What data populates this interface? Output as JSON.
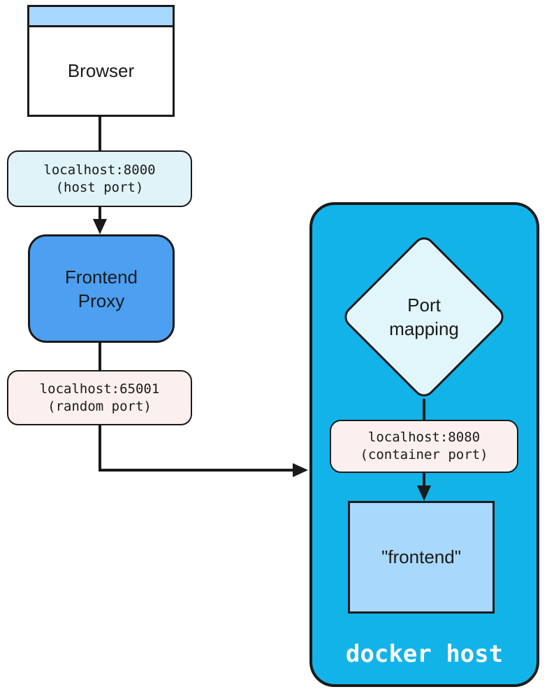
{
  "colors": {
    "line": "#1a1a1a",
    "browser_titlebar": "#a5d8fc",
    "proxy_fill": "#4d9ff2",
    "cyan_label_fill": "#dff3f8",
    "pink_label_fill": "#fbf0ee",
    "docker_host_fill": "#12b3e9",
    "diamond_fill": "#e1f6fa",
    "container_fill": "#a8d8fc",
    "docker_host_text": "#ffffff"
  },
  "nodes": {
    "browser": {
      "label": "Browser"
    },
    "frontend_proxy": {
      "line1": "Frontend",
      "line2": "Proxy"
    },
    "port_mapping": {
      "line1": "Port",
      "line2": "mapping"
    },
    "frontend_container": {
      "label": "\"frontend\""
    },
    "docker_host": {
      "label": "docker host"
    }
  },
  "edge_labels": {
    "host_port": {
      "line1": "localhost:8000",
      "line2": "(host port)"
    },
    "random_port": {
      "line1": "localhost:65001",
      "line2": "(random port)"
    },
    "container_port": {
      "line1": "localhost:8080",
      "line2": "(container port)"
    }
  }
}
